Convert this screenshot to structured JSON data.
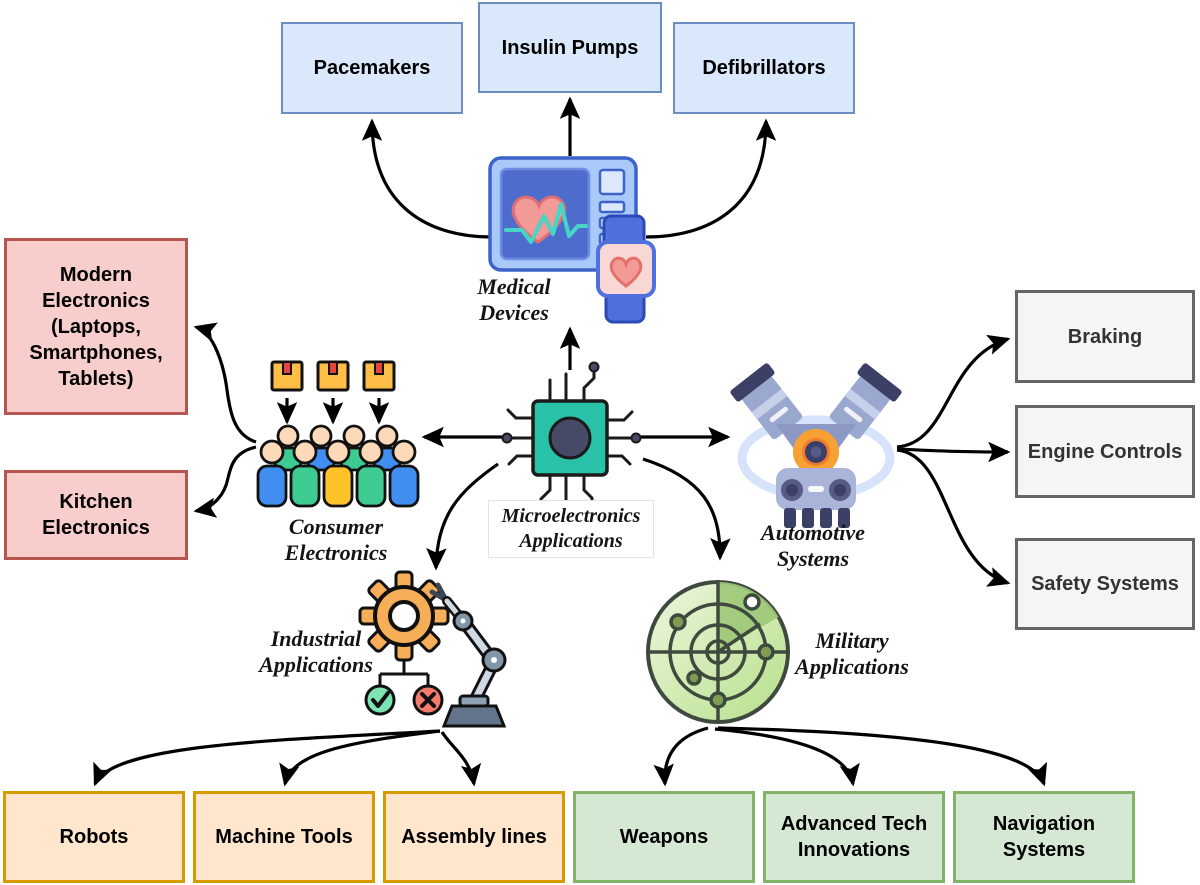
{
  "center_node": {
    "label": "Microelectronics\nApplications",
    "icon": "microchip-icon"
  },
  "categories": {
    "medical": {
      "label": "Medical\nDevices",
      "icon": "medical-monitor-watch-icon",
      "children": [
        "Pacemakers",
        "Insulin Pumps",
        "Defibrillators"
      ]
    },
    "consumer": {
      "label": "Consumer\nElectronics",
      "icon": "crowd-packages-icon",
      "children": [
        "Modern\nElectronics\n(Laptops,\nSmartphones,\nTablets)",
        "Kitchen\nElectronics"
      ]
    },
    "automotive": {
      "label": "Automotive\nSystems",
      "icon": "v-engine-icon",
      "children": [
        "Braking",
        "Engine Controls",
        "Safety Systems"
      ]
    },
    "industrial": {
      "label": "Industrial\nApplications",
      "icon": "gear-robot-arm-icon",
      "children": [
        "Robots",
        "Machine Tools",
        "Assembly lines"
      ]
    },
    "military": {
      "label": "Military\nApplications",
      "icon": "radar-icon",
      "children": [
        "Weapons",
        "Advanced Tech\nInnovations",
        "Navigation\nSystems"
      ]
    }
  },
  "palette": {
    "medical_box_fill": "#dae8fc",
    "medical_box_border": "#6c8ebf",
    "consumer_box_fill": "#f8cecc",
    "consumer_box_border": "#b85450",
    "automotive_box_fill": "#f5f5f5",
    "automotive_box_border": "#666666",
    "automotive_box_text": "#333333",
    "industrial_box_fill": "#ffe6cc",
    "industrial_box_border": "#d79b00",
    "military_box_fill": "#d5e8d4",
    "military_box_border": "#82b366",
    "arrow_color": "#000000",
    "chip_fill": "#29c1a7",
    "radar_fill": "#c9e69b"
  }
}
